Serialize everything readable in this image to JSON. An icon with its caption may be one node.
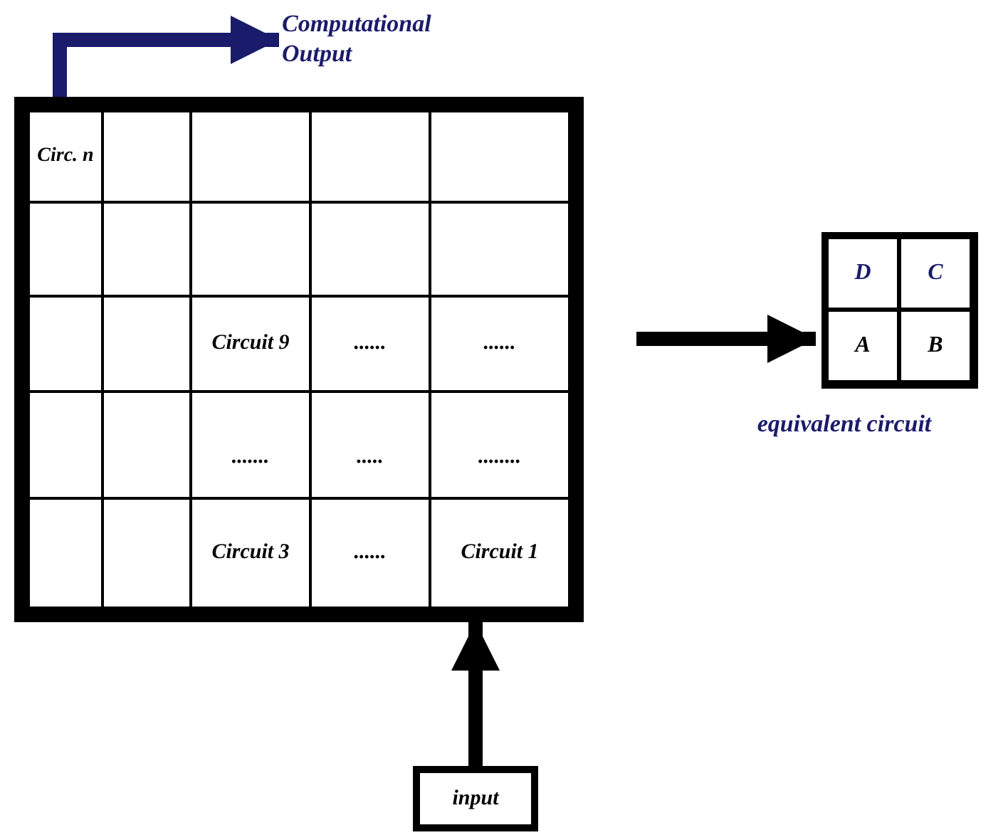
{
  "diagram": {
    "nodes": [
      {
        "text": [],
        "shape": "box"
      },
      {
        "text": [
          "Circ. n"
        ],
        "in": 0
      },
      {
        "text": [],
        "shape": "box",
        "in": 0
      },
      {
        "text": [],
        "shape": "box",
        "in": 0
      },
      {
        "text": [],
        "shape": "box",
        "in": 0
      },
      {
        "text": [],
        "shape": "box",
        "in": 0
      },
      {
        "text": [],
        "shape": "box",
        "in": 0
      },
      {
        "text": [],
        "shape": "box",
        "in": 0
      },
      {
        "text": [],
        "shape": "box",
        "in": 0
      },
      {
        "text": [],
        "shape": "box",
        "in": 0
      },
      {
        "text": [],
        "shape": "box",
        "in": 0
      },
      {
        "text": [],
        "shape": "box",
        "in": 0
      },
      {
        "text": [],
        "shape": "box",
        "in": 0
      },
      {
        "text": [
          "Circuit 9"
        ],
        "in": 0
      },
      {
        "text": [
          "......"
        ],
        "in": 0
      },
      {
        "text": [
          "......"
        ],
        "in": 0
      },
      {
        "text": [],
        "shape": "box",
        "in": 0
      },
      {
        "text": [],
        "shape": "box",
        "in": 0
      },
      {
        "text": [
          "......."
        ],
        "in": 0
      },
      {
        "text": [
          "....."
        ],
        "in": 0
      },
      {
        "text": [
          "........"
        ],
        "in": 0
      },
      {
        "text": [],
        "shape": "box",
        "in": 0
      },
      {
        "text": [],
        "shape": "box",
        "in": 0
      },
      {
        "text": [
          "Circuit 3"
        ],
        "in": 0
      },
      {
        "text": [
          "......"
        ],
        "in": 0
      },
      {
        "text": [
          "Circuit 1"
        ],
        "in": 0
      },
      {
        "text": [
          "Computational Output"
        ]
      },
      {
        "text": [],
        "shape": "box",
        "beside": [
          "equivalent circuit"
        ]
      },
      {
        "text": [
          "D"
        ],
        "in": 27
      },
      {
        "text": [
          "C"
        ],
        "in": 27
      },
      {
        "text": [
          "A"
        ],
        "in": 27
      },
      {
        "text": [
          "B"
        ],
        "in": 27
      },
      {
        "text": [
          "input"
        ]
      }
    ],
    "edges": [
      {
        "from": 0,
        "to": 26,
        "arrow": "to",
        "color": "#1b1b6b"
      },
      {
        "from": 32,
        "to": 0,
        "arrow": "to"
      },
      {
        "from": 0,
        "to": 27,
        "arrow": "to"
      }
    ]
  }
}
